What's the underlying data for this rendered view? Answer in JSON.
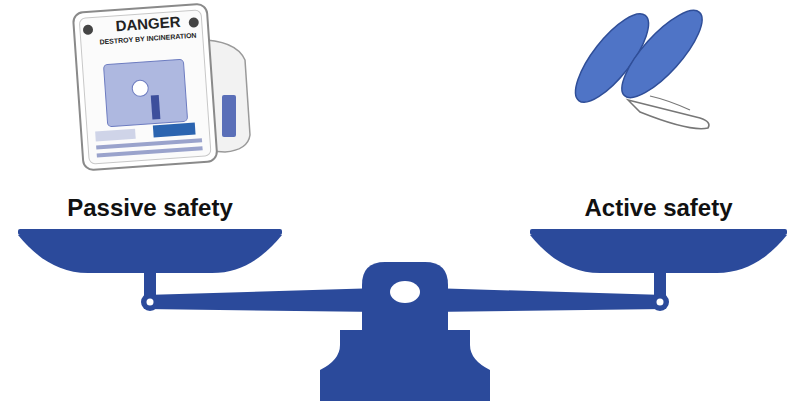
{
  "diagram": {
    "nodes": [
      {
        "text": [
          "Passive safety"
        ]
      },
      {
        "text": [
          "Active safety"
        ]
      }
    ],
    "labels": [
      "DANGER",
      "DESTROY BY INCINERATION"
    ]
  }
}
